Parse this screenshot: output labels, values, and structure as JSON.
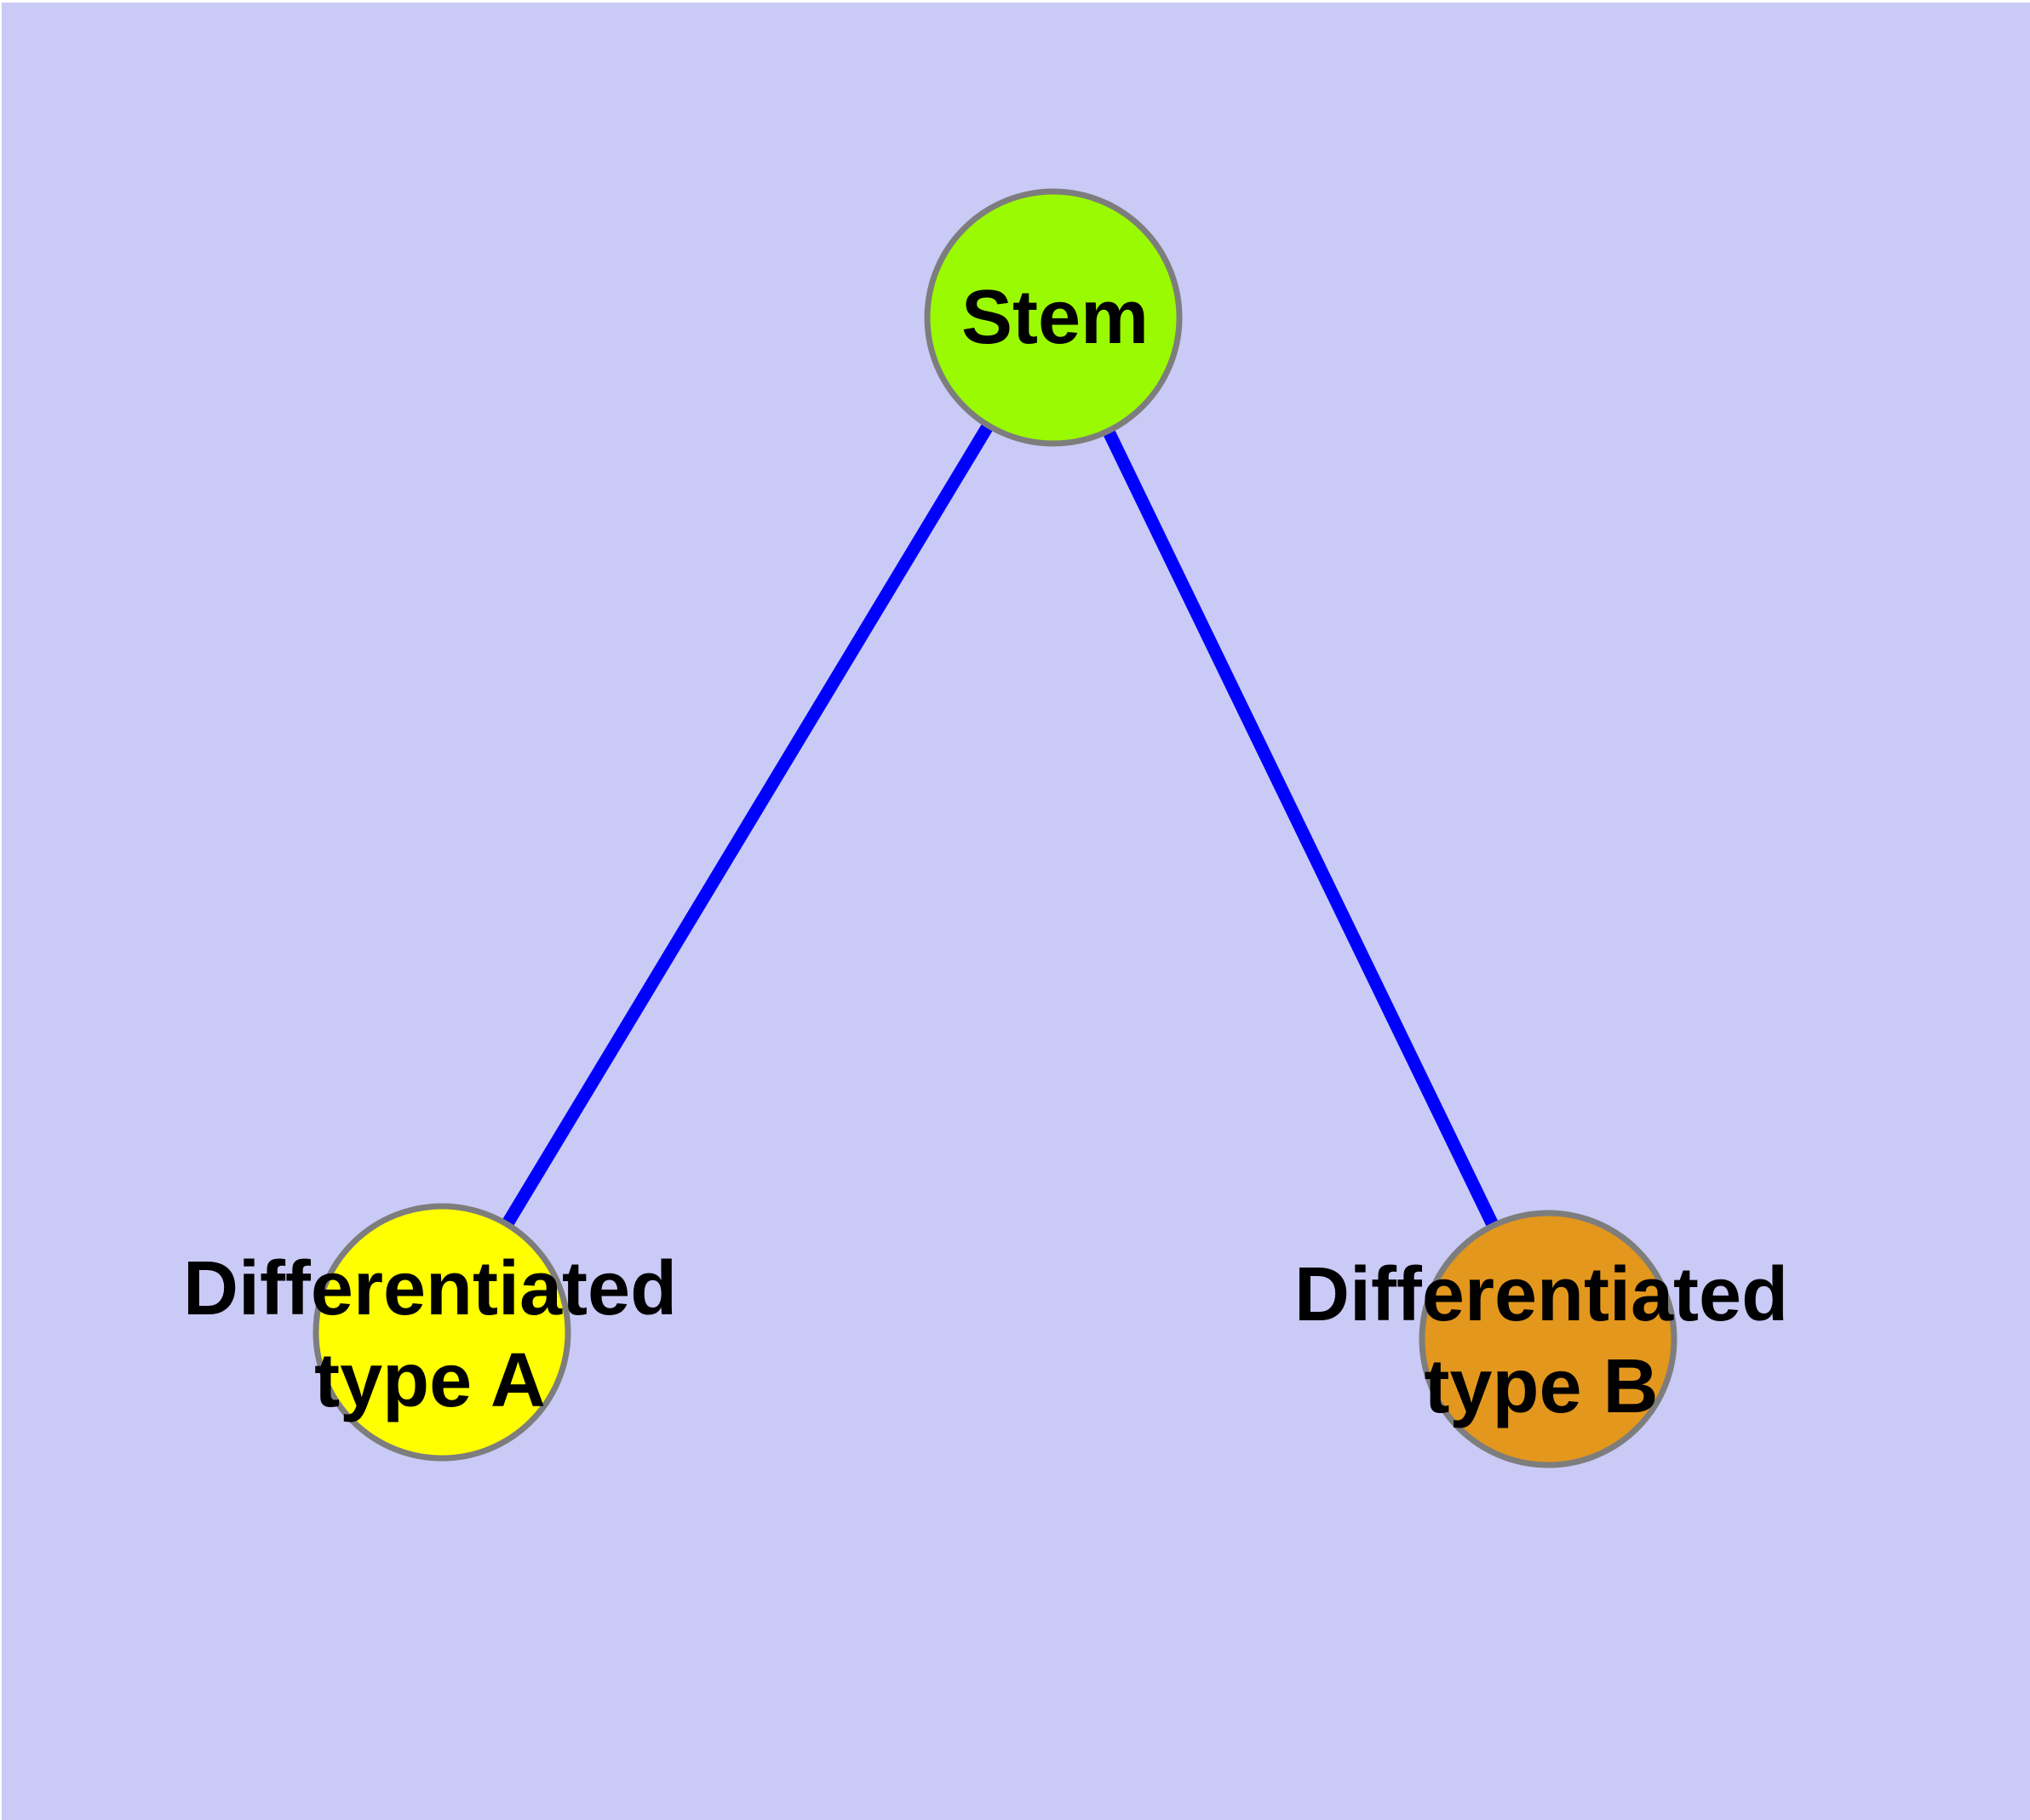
{
  "diagram": {
    "type": "graph",
    "description": "Stem cell differentiation tree: one stem node with edges to two differentiated cell-type nodes",
    "colors": {
      "page_background": "#FFFFFF",
      "canvas_background": "#CACAF6",
      "edge": "#0000FF",
      "node_border": "#7D7D7D",
      "label_text": "#000000",
      "stem_fill": "#9AFA02",
      "type_a_fill": "#FFFF00",
      "type_b_fill": "#E3971D"
    },
    "nodes": [
      {
        "id": "stem",
        "label": "Stem",
        "fill": "#9AFA02"
      },
      {
        "id": "differentiated-type-a",
        "label_line1": "Differentiated",
        "label_line2": "type A",
        "fill": "#FFFF00"
      },
      {
        "id": "differentiated-type-b",
        "label_line1": "Differentiated",
        "label_line2": "type B",
        "fill": "#E3971D"
      }
    ],
    "edges": [
      {
        "from": "Stem",
        "to": "Differentiated type A"
      },
      {
        "from": "Stem",
        "to": "Differentiated type B"
      }
    ]
  }
}
